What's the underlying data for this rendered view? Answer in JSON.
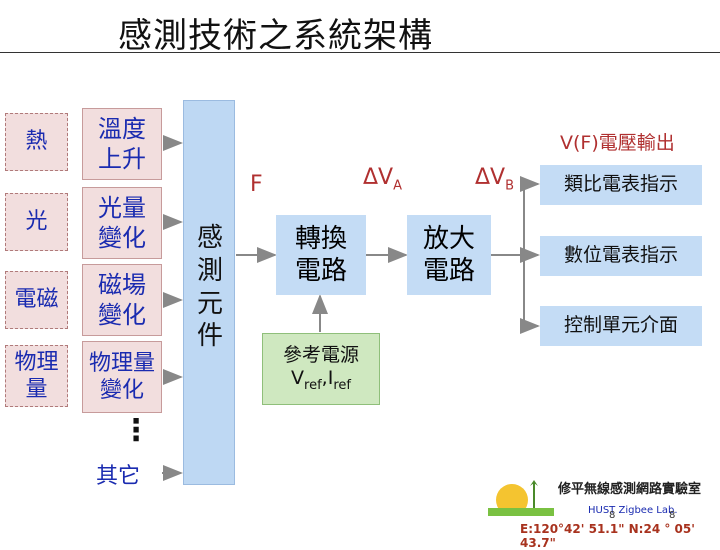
{
  "title": "感測技術之系統架構",
  "sources": [
    {
      "id": "heat",
      "label": "熱"
    },
    {
      "id": "light",
      "label": "光"
    },
    {
      "id": "em",
      "label": "電磁"
    },
    {
      "id": "physical",
      "label": "物理\n量"
    }
  ],
  "phenomena": [
    {
      "id": "temp",
      "label": "溫度\n上升"
    },
    {
      "id": "light",
      "label": "光量\n變化"
    },
    {
      "id": "magnetic",
      "label": "磁場\n變化"
    },
    {
      "id": "physical",
      "label": "物理量\n變化"
    }
  ],
  "ellipsis": "⋮",
  "other": "其它",
  "sensor_element": "感\n測\n元\n件",
  "converter": "轉換\n電路",
  "amplifier": "放大\n電路",
  "reference": {
    "line1": "參考電源",
    "v": "V",
    "v_sub": "ref",
    "sep": ",",
    "i": "I",
    "i_sub": "ref"
  },
  "signals": {
    "f": "F",
    "dva": "ΔV",
    "dva_sub": "A",
    "dvb": "ΔV",
    "dvb_sub": "B",
    "output": "V(F)電壓輸出"
  },
  "outputs": [
    "類比電表指示",
    "數位電表指示",
    "控制單元介面"
  ],
  "footer": {
    "lab_name": "修平無線感測網路實驗室",
    "lab_en": "HUST Zigbee Lab.",
    "coords": "E:120°42' 51.1\"  N:24 ° 05' 43.7\"",
    "page_a": "8",
    "page_b": "8"
  },
  "colors": {
    "pink": "#f2dede",
    "blue": "#c4dcf5",
    "green": "#cfe8c0",
    "title_text": "#1a2bb0",
    "signal_red": "#b03030"
  }
}
